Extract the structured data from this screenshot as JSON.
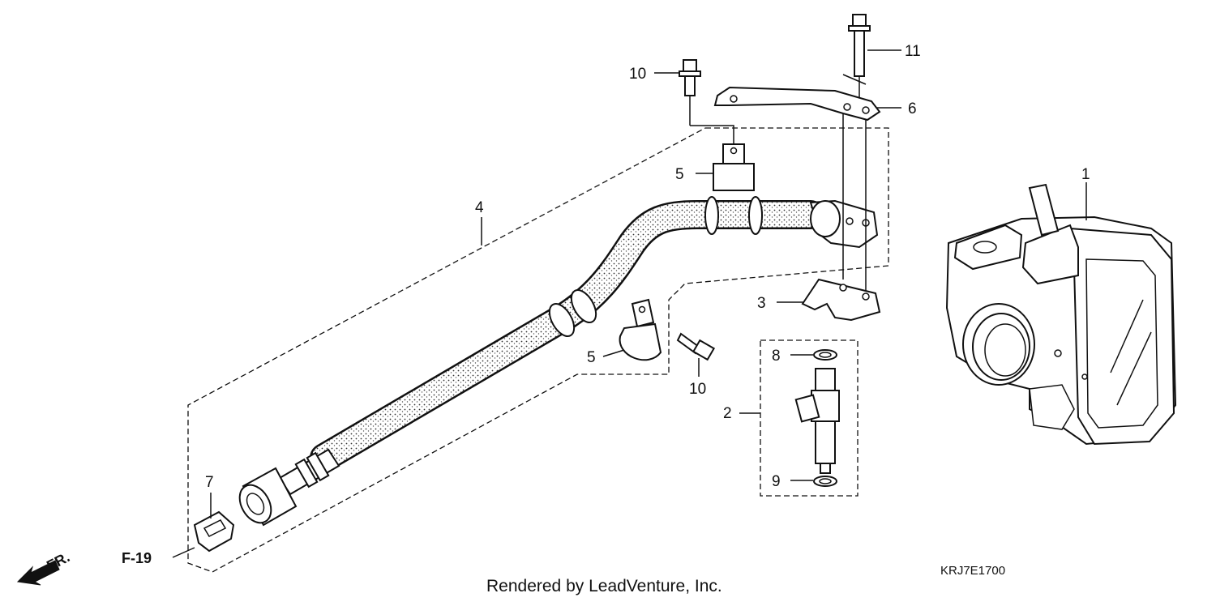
{
  "callouts": {
    "c1": "1",
    "c2": "2",
    "c3": "3",
    "c4": "4",
    "c5a": "5",
    "c5b": "5",
    "c6": "6",
    "c7": "7",
    "c8": "8",
    "c9": "9",
    "c10a": "10",
    "c10b": "10",
    "c11": "11"
  },
  "direction_label": "FR.",
  "reference_label": "F-19",
  "diagram_code": "KRJ7E1700",
  "footer": "Rendered by LeadVenture, Inc.",
  "icons": {
    "direction_arrow": "front-direction-arrow-icon"
  }
}
